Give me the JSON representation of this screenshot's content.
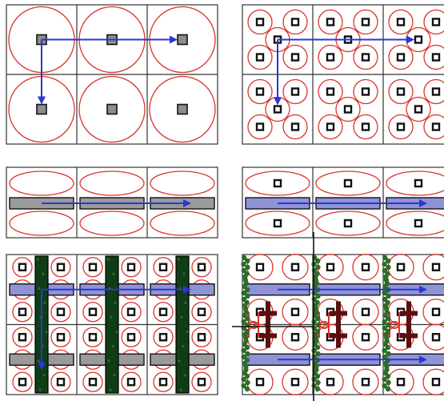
{
  "figure": {
    "description_labels": [],
    "colors": {
      "grid_line": "#333333",
      "circle": "#d9342b",
      "square_fill": "#8c8c8c",
      "square_dark": "#111111",
      "arrow": "#2a36d6",
      "bar_gray": "#9a9a9a",
      "bar_blue": "#8f93d6",
      "dark_green": "#0f3d16",
      "speckle_green": "#2f6b2a",
      "dark_red": "#5a0f0f"
    },
    "panels": [
      {
        "id": "A",
        "grid": {
          "cols": 3,
          "rows": 2
        },
        "cell_content": "large-circle-with-square",
        "arrows": [
          "right",
          "down"
        ]
      },
      {
        "id": "B",
        "grid": {
          "cols": 3,
          "rows": 2
        },
        "cell_content": "five-small-circles-with-squares",
        "arrows": [
          "right",
          "down"
        ]
      },
      {
        "id": "C",
        "grid": {
          "cols": 3,
          "rows": 1
        },
        "cell_content": "two-ellipses-with-bar",
        "arrows": [
          "right"
        ]
      },
      {
        "id": "D",
        "grid": {
          "cols": 3,
          "rows": 1
        },
        "cell_content": "two-ellipses-with-squares-and-bar",
        "arrows": [
          "right"
        ]
      },
      {
        "id": "E",
        "grid": {
          "cols": 3,
          "rows": 2
        },
        "cell_content": "small-circles-with-bars-and-green-columns",
        "arrows": [
          "right",
          "down"
        ]
      },
      {
        "id": "F",
        "grid": {
          "cols": 3,
          "rows": 2
        },
        "cell_content": "circles-with-bars-green-blobs-and-red-crosses",
        "arrows": [
          "right"
        ]
      }
    ]
  }
}
